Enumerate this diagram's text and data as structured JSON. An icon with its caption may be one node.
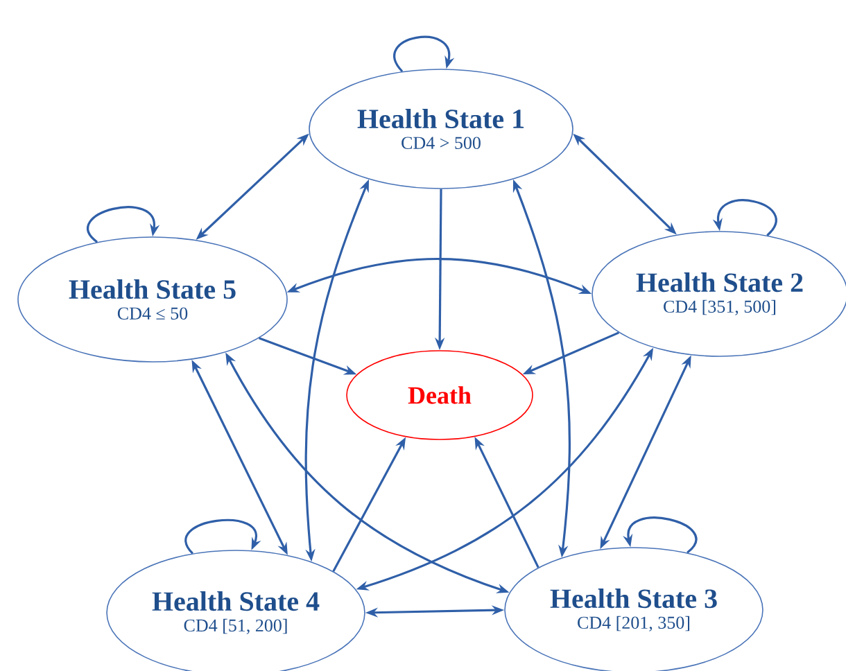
{
  "diagram": {
    "nodes": [
      {
        "text": [
          "Health State 1",
          "CD4 > 500"
        ]
      },
      {
        "text": [
          "Health State 2",
          "CD4 [351, 500]"
        ]
      },
      {
        "text": [
          "Health State 3",
          "CD4 [201, 350]"
        ]
      },
      {
        "text": [
          "Health State 4",
          "CD4 [51, 200]"
        ]
      },
      {
        "text": [
          "Health State 5",
          "CD4 ≤ 50"
        ]
      },
      {
        "text": [
          "Death"
        ]
      }
    ],
    "edges": [
      {
        "from": 0,
        "to": 0,
        "arrow": "to"
      },
      {
        "from": 4,
        "to": 4,
        "arrow": "to"
      },
      {
        "from": 1,
        "to": 1,
        "arrow": "to"
      },
      {
        "from": 3,
        "to": 3,
        "arrow": "to"
      },
      {
        "from": 2,
        "to": 2,
        "arrow": "to"
      },
      {
        "from": 0,
        "to": 4,
        "arrow": "both"
      },
      {
        "from": 0,
        "to": 1,
        "arrow": "both"
      },
      {
        "from": 4,
        "to": 1,
        "arrow": "both"
      },
      {
        "from": 0,
        "to": 5,
        "arrow": "to"
      },
      {
        "from": 4,
        "to": 5,
        "arrow": "to"
      },
      {
        "from": 1,
        "to": 5,
        "arrow": "to"
      },
      {
        "from": 0,
        "to": 3,
        "arrow": "both"
      },
      {
        "from": 0,
        "to": 2,
        "arrow": "both"
      },
      {
        "from": 4,
        "to": 3,
        "arrow": "both"
      },
      {
        "from": 4,
        "to": 2,
        "arrow": "both"
      },
      {
        "from": 1,
        "to": 3,
        "arrow": "both"
      },
      {
        "from": 1,
        "to": 2,
        "arrow": "both"
      },
      {
        "from": 3,
        "to": 5,
        "arrow": "to"
      },
      {
        "from": 2,
        "to": 5,
        "arrow": "to"
      },
      {
        "from": 3,
        "to": 2,
        "arrow": "both"
      }
    ]
  }
}
